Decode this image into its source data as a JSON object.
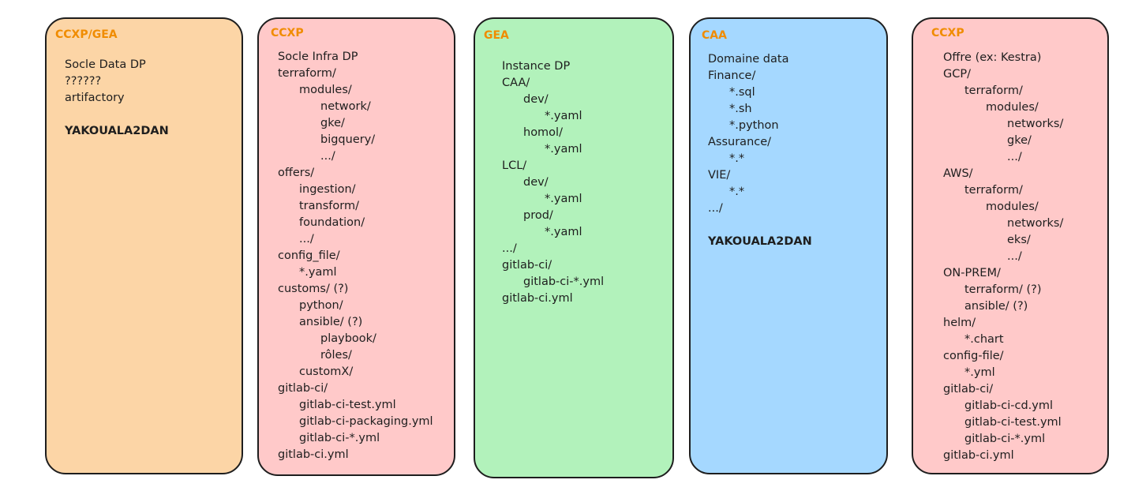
{
  "colors": {
    "orange": "#ffd8a8",
    "red": "#ffc9c9",
    "green": "#b2f2bb",
    "blue": "#a5d8ff",
    "title": "#f08c00"
  },
  "cards": [
    {
      "title": "CCXP/GEA",
      "lines": [
        {
          "t": "Socle Data DP",
          "l": 0
        },
        {
          "t": "??????",
          "l": 0
        },
        {
          "t": "artifactory",
          "l": 0
        },
        {
          "t": "",
          "l": 0
        },
        {
          "t": "YAKOUALA2DAN",
          "l": 0,
          "b": true
        }
      ]
    },
    {
      "title": "CCXP",
      "lines": [
        {
          "t": "Socle Infra DP",
          "l": 0
        },
        {
          "t": "terraform/",
          "l": 0
        },
        {
          "t": "modules/",
          "l": 1
        },
        {
          "t": "network/",
          "l": 2
        },
        {
          "t": "gke/",
          "l": 2
        },
        {
          "t": "bigquery/",
          "l": 2
        },
        {
          "t": ".../",
          "l": 2
        },
        {
          "t": "offers/",
          "l": 0
        },
        {
          "t": "ingestion/",
          "l": 1
        },
        {
          "t": "transform/",
          "l": 1
        },
        {
          "t": "foundation/",
          "l": 1
        },
        {
          "t": ".../",
          "l": 1
        },
        {
          "t": "config_file/",
          "l": 0
        },
        {
          "t": "*.yaml",
          "l": 1
        },
        {
          "t": "customs/ (?)",
          "l": 0
        },
        {
          "t": "python/",
          "l": 1
        },
        {
          "t": "ansible/ (?)",
          "l": 1
        },
        {
          "t": "playbook/",
          "l": 2
        },
        {
          "t": "rôles/",
          "l": 2
        },
        {
          "t": "customX/",
          "l": 1
        },
        {
          "t": "gitlab-ci/",
          "l": 0
        },
        {
          "t": "gitlab-ci-test.yml",
          "l": 1
        },
        {
          "t": "gitlab-ci-packaging.yml",
          "l": 1
        },
        {
          "t": "gitlab-ci-*.yml",
          "l": 1
        },
        {
          "t": "gitlab-ci.yml",
          "l": 0
        }
      ]
    },
    {
      "title": "GEA",
      "lines": [
        {
          "t": "Instance DP",
          "l": 0
        },
        {
          "t": "CAA/",
          "l": 0
        },
        {
          "t": "dev/",
          "l": 1
        },
        {
          "t": "*.yaml",
          "l": 2
        },
        {
          "t": "homol/",
          "l": 1
        },
        {
          "t": "*.yaml",
          "l": 2
        },
        {
          "t": "LCL/",
          "l": 0
        },
        {
          "t": "dev/",
          "l": 1
        },
        {
          "t": "*.yaml",
          "l": 2
        },
        {
          "t": "prod/",
          "l": 1
        },
        {
          "t": "*.yaml",
          "l": 2
        },
        {
          "t": ".../",
          "l": 0
        },
        {
          "t": "gitlab-ci/",
          "l": 0
        },
        {
          "t": "gitlab-ci-*.yml",
          "l": 1
        },
        {
          "t": "gitlab-ci.yml",
          "l": 0
        }
      ]
    },
    {
      "title": "CAA",
      "lines": [
        {
          "t": "Domaine data",
          "l": 0
        },
        {
          "t": "Finance/",
          "l": 0
        },
        {
          "t": "*.sql",
          "l": 1
        },
        {
          "t": "*.sh",
          "l": 1
        },
        {
          "t": "*.python",
          "l": 1
        },
        {
          "t": "Assurance/",
          "l": 0
        },
        {
          "t": "*.*",
          "l": 1
        },
        {
          "t": "VIE/",
          "l": 0
        },
        {
          "t": "*.*",
          "l": 1
        },
        {
          "t": ".../",
          "l": 0
        },
        {
          "t": "",
          "l": 0
        },
        {
          "t": "YAKOUALA2DAN",
          "l": 0,
          "b": true
        }
      ]
    },
    {
      "title": "CCXP",
      "lines": [
        {
          "t": "Offre (ex: Kestra)",
          "l": 0
        },
        {
          "t": "GCP/",
          "l": 0
        },
        {
          "t": "terraform/",
          "l": 1
        },
        {
          "t": "modules/",
          "l": 2
        },
        {
          "t": "networks/",
          "l": 3
        },
        {
          "t": "gke/",
          "l": 3
        },
        {
          "t": ".../",
          "l": 3
        },
        {
          "t": "AWS/",
          "l": 0
        },
        {
          "t": "terraform/",
          "l": 1
        },
        {
          "t": "modules/",
          "l": 2
        },
        {
          "t": "networks/",
          "l": 3
        },
        {
          "t": "eks/",
          "l": 3
        },
        {
          "t": ".../",
          "l": 3
        },
        {
          "t": "ON-PREM/",
          "l": 0
        },
        {
          "t": "terraform/ (?)",
          "l": 1
        },
        {
          "t": "ansible/ (?)",
          "l": 1
        },
        {
          "t": "helm/",
          "l": 0
        },
        {
          "t": "*.chart",
          "l": 1
        },
        {
          "t": "config-file/",
          "l": 0
        },
        {
          "t": "*.yml",
          "l": 1
        },
        {
          "t": "gitlab-ci/",
          "l": 0
        },
        {
          "t": "gitlab-ci-cd.yml",
          "l": 1
        },
        {
          "t": "gitlab-ci-test.yml",
          "l": 1
        },
        {
          "t": "gitlab-ci-*.yml",
          "l": 1
        },
        {
          "t": "gitlab-ci.yml",
          "l": 0
        }
      ]
    }
  ]
}
